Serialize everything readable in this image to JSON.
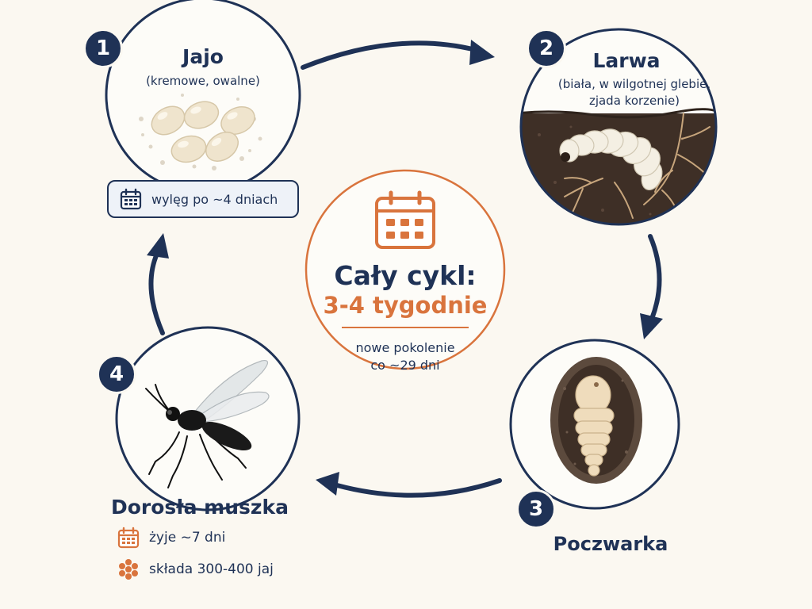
{
  "stages": [
    {
      "number": "1",
      "title": "Jajo",
      "subtitle": "(kremowe, owalne)"
    },
    {
      "number": "2",
      "title": "Larwa",
      "subtitle_lines": [
        "(biała, w wilgotnej glebie,",
        "zjada korzenie)"
      ]
    },
    {
      "number": "3",
      "title": "Poczwarka"
    },
    {
      "number": "4",
      "title": "Dorosła muszka"
    }
  ],
  "egg_info": {
    "text": "wylęg po ~4 dniach",
    "icon": "calendar-icon"
  },
  "adult_info": [
    {
      "text": "żyje ~7 dni",
      "icon": "calendar-icon"
    },
    {
      "text": "składa 300-400 jaj",
      "icon": "egg-cluster-icon"
    }
  ],
  "center": {
    "icon": "calendar-icon",
    "title": "Cały cykl:",
    "value": "3-4 tygodnie",
    "note_lines": [
      "nowe pokolenie",
      "co ~29 dni"
    ]
  },
  "colors": {
    "navy": "#1f3256",
    "orange": "#d9743d",
    "background": "#fbf8f1",
    "soil": "#3e2f26",
    "cream": "#f1e6cf"
  }
}
